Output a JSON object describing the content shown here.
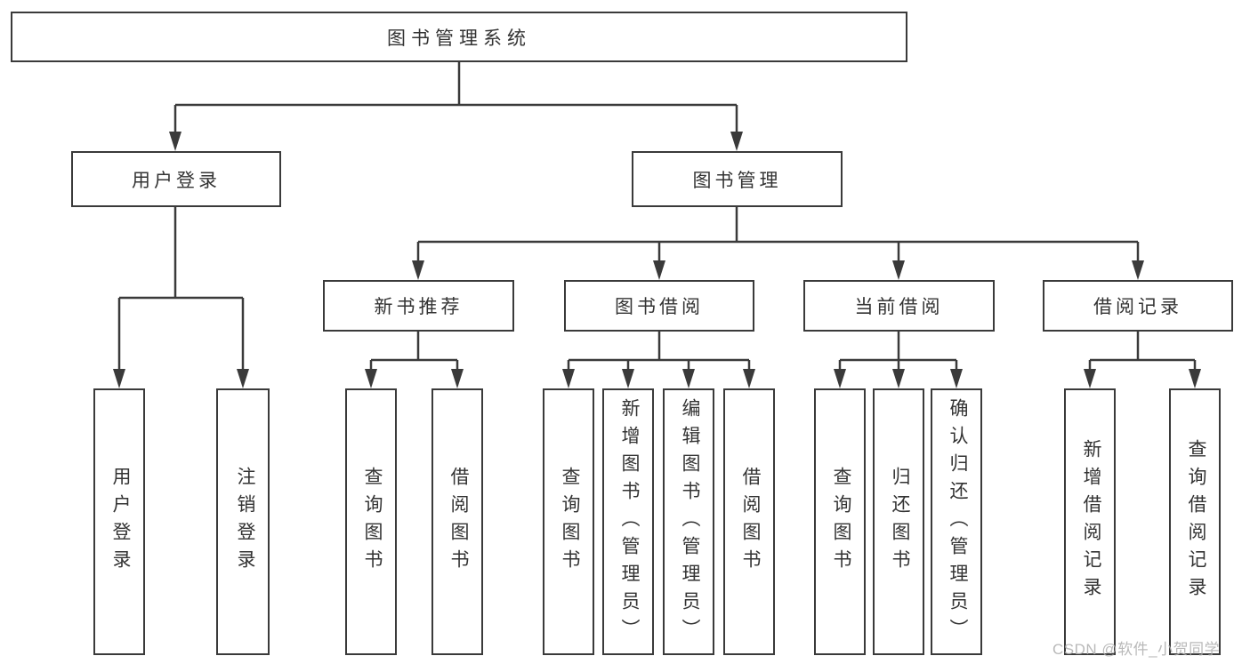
{
  "title": "图书管理系统",
  "tree": {
    "root": {
      "label": "图书管理系统"
    },
    "branches": [
      {
        "label": "用户登录",
        "children": [
          {
            "label": "用户登录"
          },
          {
            "label": "注销登录"
          }
        ]
      },
      {
        "label": "图书管理",
        "sections": [
          {
            "label": "新书推荐",
            "children": [
              {
                "label": "查询图书"
              },
              {
                "label": "借阅图书"
              }
            ]
          },
          {
            "label": "图书借阅",
            "children": [
              {
                "label": "查询图书"
              },
              {
                "label": "新增图书（管理员）"
              },
              {
                "label": "编辑图书（管理员）"
              },
              {
                "label": "借阅图书"
              }
            ]
          },
          {
            "label": "当前借阅",
            "children": [
              {
                "label": "查询图书"
              },
              {
                "label": "归还图书"
              },
              {
                "label": "确认归还（管理员）"
              }
            ]
          },
          {
            "label": "借阅记录",
            "children": [
              {
                "label": "新增借阅记录"
              },
              {
                "label": "查询借阅记录"
              }
            ]
          }
        ]
      }
    ]
  },
  "watermark": "CSDN @软件_小贺同学",
  "colors": {
    "line": "#3a3a3a",
    "text": "#333333",
    "box_background": "#ffffff",
    "watermark": "#b0b0b0"
  }
}
